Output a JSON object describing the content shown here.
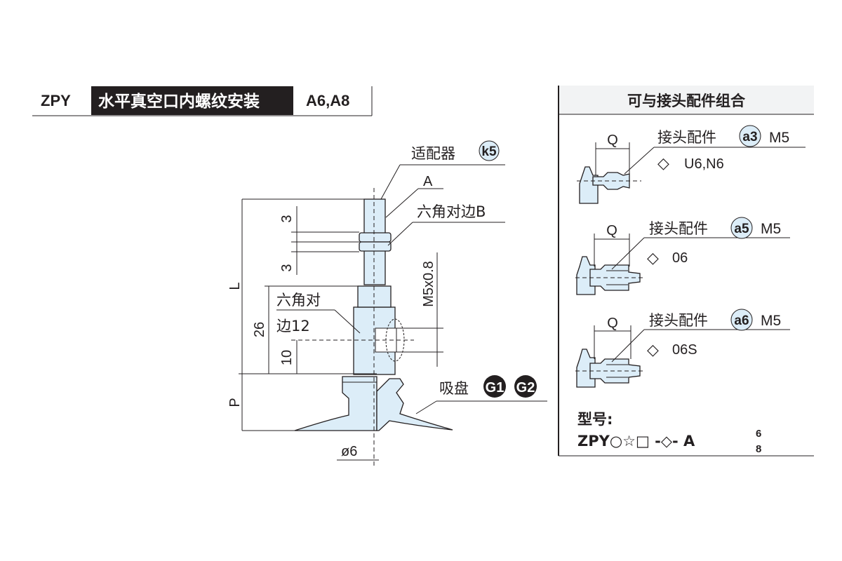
{
  "header": {
    "series": "ZPY",
    "title": "水平真空口内螺纹安装",
    "variants": "A6,A8"
  },
  "drawing": {
    "adapter_label": "适配器",
    "adapter_code": "k5",
    "label_a": "A",
    "hex_b_label": "六角对边B",
    "hex12_line1": "六角对",
    "hex12_line2": "边12",
    "dim_3_top": "3",
    "dim_3_bottom": "3",
    "dim_l": "L",
    "dim_26": "26",
    "dim_10": "10",
    "dim_p": "P",
    "thread": "M5x0.8",
    "diameter": "ø6",
    "cup_label": "吸盘",
    "cup_code_1": "G1",
    "cup_code_2": "G2"
  },
  "panel": {
    "title": "可与接头配件组合",
    "fittings": [
      {
        "q": "Q",
        "label": "接头配件",
        "code": "a3",
        "thread": "M5",
        "symbol": "◇",
        "models": "U6,N6"
      },
      {
        "q": "Q",
        "label": "接头配件",
        "code": "a5",
        "thread": "M5",
        "symbol": "◇",
        "models": "06"
      },
      {
        "q": "Q",
        "label": "接头配件",
        "code": "a6",
        "thread": "M5",
        "symbol": "◇",
        "models": "06S"
      }
    ],
    "model_label": "型号:",
    "model_code": "ZPY○☆□ -◇- A",
    "model_sup": "6",
    "model_sub": "8"
  },
  "colors": {
    "part_fill": "#dcedf8",
    "ink": "#231f20",
    "header_bg": "#231f20",
    "panel_header_bg": "#f2f3f4"
  }
}
